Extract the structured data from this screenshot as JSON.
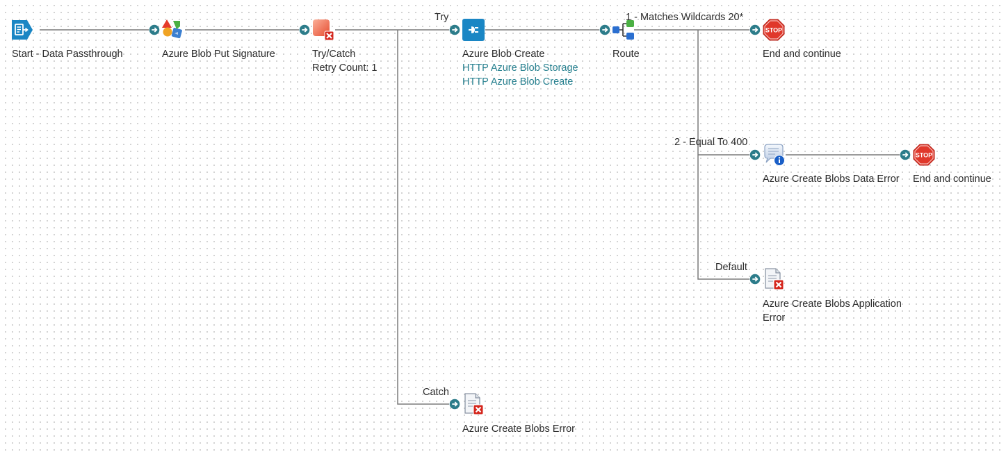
{
  "colors": {
    "wire": "#7a7a7a",
    "connector": "#2c7c8a",
    "accent_blue": "#1a86c4",
    "link_teal": "#27808f",
    "stop_red": "#e0382b"
  },
  "nodes": {
    "start": {
      "label": "Start - Data Passthrough",
      "icon": "document-arrow-icon"
    },
    "put_signature": {
      "label": "Azure Blob Put Signature",
      "icon": "shapes-transform-icon"
    },
    "try_catch": {
      "label": "Try/Catch",
      "sublabel": "Retry Count: 1",
      "icon": "try-catch-icon"
    },
    "blob_create": {
      "label": "Azure Blob Create",
      "links": [
        "HTTP Azure Blob Storage",
        "HTTP Azure Blob Create"
      ],
      "icon": "connector-plug-icon"
    },
    "route": {
      "label": "Route",
      "icon": "route-icon"
    },
    "end1": {
      "label": "End and continue",
      "icon": "stop-sign-icon",
      "sign": "STOP"
    },
    "data_error": {
      "label": "Azure Create Blobs Data Error",
      "icon": "message-info-icon"
    },
    "end2": {
      "label": "End and continue",
      "icon": "stop-sign-icon",
      "sign": "STOP"
    },
    "app_error": {
      "label": "Azure Create Blobs Application",
      "label2": "Error",
      "icon": "document-error-icon"
    },
    "blobs_error": {
      "label": "Azure Create Blobs Error",
      "icon": "document-error-icon"
    }
  },
  "branches": {
    "try": "Try",
    "catch": "Catch",
    "route1": "1 - Matches Wildcards 20*",
    "route2": "2 - Equal To 400",
    "route_default": "Default"
  }
}
